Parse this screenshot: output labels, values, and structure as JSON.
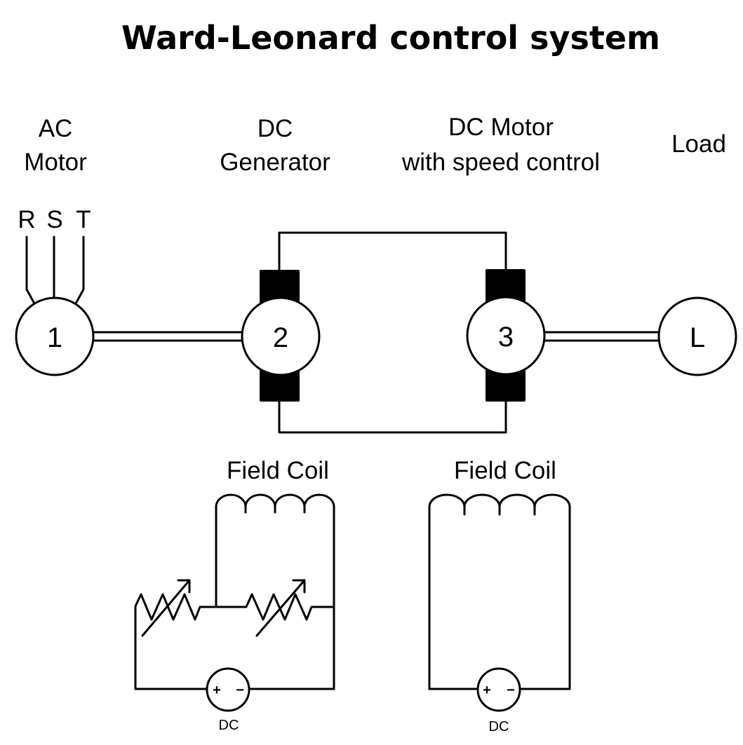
{
  "title": "Ward-Leonard control system",
  "colors": {
    "line": "#000000",
    "background": "#ffffff"
  },
  "components": {
    "ac_motor": {
      "label_line1": "AC",
      "label_line2": "Motor",
      "symbol": "1",
      "phases": [
        "R",
        "S",
        "T"
      ]
    },
    "dc_generator": {
      "label_line1": "DC",
      "label_line2": "Generator",
      "symbol": "2"
    },
    "dc_motor": {
      "label_line1": "DC Motor",
      "label_line2": "with speed control",
      "symbol": "3"
    },
    "load": {
      "label": "Load",
      "symbol": "L"
    }
  },
  "field_circuits": [
    {
      "label": "Field Coil",
      "source_label": "DC",
      "plus": "+",
      "minus": "−",
      "rheostats": 2
    },
    {
      "label": "Field Coil",
      "source_label": "DC",
      "plus": "+",
      "minus": "−",
      "rheostats": 0
    }
  ]
}
